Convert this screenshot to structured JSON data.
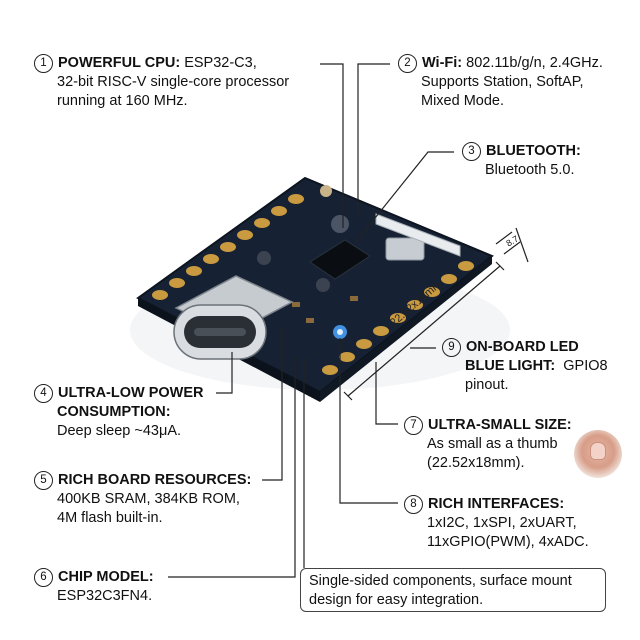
{
  "callouts": {
    "c1": {
      "num": "1",
      "title": "POWERFUL CPU:",
      "desc": "ESP32-C3,",
      "lines": [
        "32-bit RISC-V single-core processor",
        "running at 160 MHz."
      ]
    },
    "c2": {
      "num": "2",
      "title": "Wi-Fi:",
      "desc": "802.11b/g/n, 2.4GHz.",
      "lines": [
        "Supports Station, SoftAP,",
        "Mixed Mode."
      ]
    },
    "c3": {
      "num": "3",
      "title": "BLUETOOTH:",
      "desc": "",
      "lines": [
        "Bluetooth 5.0."
      ]
    },
    "c4": {
      "num": "4",
      "title": "ULTRA-LOW POWER",
      "desc": "",
      "lines": [
        "CONSUMPTION:",
        "Deep sleep ~43μA."
      ]
    },
    "c5": {
      "num": "5",
      "title": "RICH BOARD RESOURCES:",
      "desc": "",
      "lines": [
        "400KB SRAM, 384KB ROM,",
        "4M flash built-in."
      ]
    },
    "c6": {
      "num": "6",
      "title": "CHIP MODEL:",
      "desc": "",
      "lines": [
        "ESP32C3FN4."
      ]
    },
    "c7": {
      "num": "7",
      "title": "ULTRA-SMALL SIZE:",
      "desc": "",
      "lines": [
        "As small as a thumb",
        "(22.52x18mm)."
      ]
    },
    "c8": {
      "num": "8",
      "title": "RICH INTERFACES:",
      "desc": "",
      "lines": [
        "1xI2C, 1xSPI, 2xUART,",
        "11xGPIO(PWM), 4xADC."
      ]
    },
    "c9": {
      "num": "9",
      "title": "ON-BOARD LED",
      "desc": "",
      "lines": [
        "BLUE LIGHT:",
        "pinout."
      ],
      "gpio": "GPIO8"
    }
  },
  "note": {
    "lines": [
      "Single-sided components, surface mount",
      "design for easy integration."
    ]
  },
  "dimensions": {
    "diagonal": "22.52x18mm",
    "thickness": "8.7"
  },
  "colors": {
    "pcb": "#1d2a3a",
    "pad": "#c99a3f",
    "led": "#4aa3ff"
  },
  "icons": {
    "thumb": "thumb-photo-icon"
  }
}
